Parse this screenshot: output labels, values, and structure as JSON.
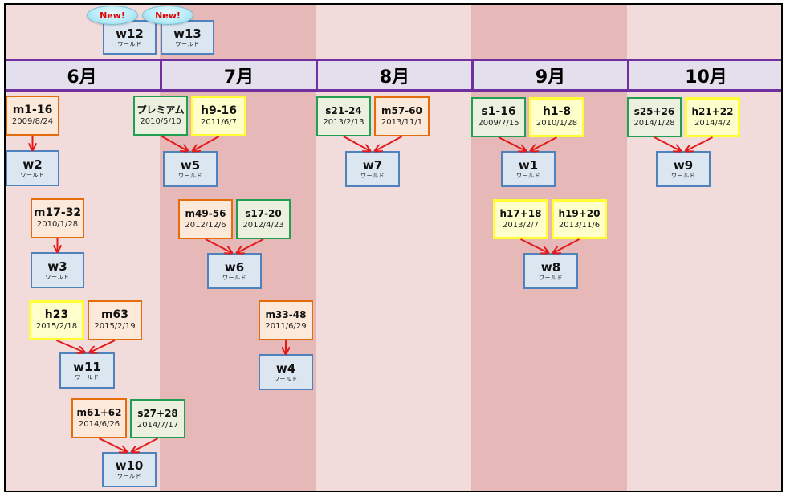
{
  "colors": {
    "column_light": "#f2dcdb",
    "column_dark": "#e6b8b7",
    "month_header_bg": "#e4dfec",
    "month_header_border": "#7030a0",
    "world_fill": "#dce6f1",
    "world_border": "#4f81bd",
    "orange_fill": "#fde9d9",
    "orange_border": "#e46c0a",
    "green_fill": "#ebf1de",
    "green_border": "#1f9f4f",
    "yellow_fill": "#ffffcc",
    "yellow_border": "#ffff33",
    "arrow": "#e31a1c",
    "badge_text": "#e00000"
  },
  "months": [
    "6月",
    "7月",
    "8月",
    "9月",
    "10月"
  ],
  "world_subtitle": "ワールド",
  "badge_label": "New!",
  "new_worlds": [
    {
      "id": "w12",
      "label": "w12"
    },
    {
      "id": "w13",
      "label": "w13"
    }
  ],
  "sources": {
    "m1-16": {
      "label": "m1-16",
      "date": "2009/8/24"
    },
    "m17-32": {
      "label": "m17-32",
      "date": "2010/1/28"
    },
    "h23": {
      "label": "h23",
      "date": "2015/2/18"
    },
    "m63": {
      "label": "m63",
      "date": "2015/2/19"
    },
    "m61+62": {
      "label": "m61+62",
      "date": "2014/6/26"
    },
    "s27+28": {
      "label": "s27+28",
      "date": "2014/7/17"
    },
    "premium": {
      "label": "プレミアム",
      "date": "2010/5/10"
    },
    "h9-16": {
      "label": "h9-16",
      "date": "2011/6/7"
    },
    "m49-56": {
      "label": "m49-56",
      "date": "2012/12/6"
    },
    "s17-20": {
      "label": "s17-20",
      "date": "2012/4/23"
    },
    "m33-48": {
      "label": "m33-48",
      "date": "2011/6/29"
    },
    "s21-24": {
      "label": "s21-24",
      "date": "2013/2/13"
    },
    "m57-60": {
      "label": "m57-60",
      "date": "2013/11/1"
    },
    "s1-16": {
      "label": "s1-16",
      "date": "2009/7/15"
    },
    "h1-8": {
      "label": "h1-8",
      "date": "2010/1/28"
    },
    "h17+18": {
      "label": "h17+18",
      "date": "2013/2/7"
    },
    "h19+20": {
      "label": "h19+20",
      "date": "2013/11/6"
    },
    "s25+26": {
      "label": "s25+26",
      "date": "2014/1/28"
    },
    "h21+22": {
      "label": "h21+22",
      "date": "2014/4/2"
    }
  },
  "worlds": {
    "w1": "w1",
    "w2": "w2",
    "w3": "w3",
    "w4": "w4",
    "w5": "w5",
    "w6": "w6",
    "w7": "w7",
    "w8": "w8",
    "w9": "w9",
    "w10": "w10",
    "w11": "w11",
    "w12": "w12",
    "w13": "w13"
  },
  "links": [
    {
      "from": [
        "m1-16"
      ],
      "to": "w2"
    },
    {
      "from": [
        "m17-32"
      ],
      "to": "w3"
    },
    {
      "from": [
        "h23",
        "m63"
      ],
      "to": "w11"
    },
    {
      "from": [
        "m61+62",
        "s27+28"
      ],
      "to": "w10"
    },
    {
      "from": [
        "premium",
        "h9-16"
      ],
      "to": "w5"
    },
    {
      "from": [
        "m49-56",
        "s17-20"
      ],
      "to": "w6"
    },
    {
      "from": [
        "m33-48"
      ],
      "to": "w4"
    },
    {
      "from": [
        "s21-24",
        "m57-60"
      ],
      "to": "w7"
    },
    {
      "from": [
        "s1-16",
        "h1-8"
      ],
      "to": "w1"
    },
    {
      "from": [
        "h17+18",
        "h19+20"
      ],
      "to": "w8"
    },
    {
      "from": [
        "s25+26",
        "h21+22"
      ],
      "to": "w9"
    }
  ]
}
